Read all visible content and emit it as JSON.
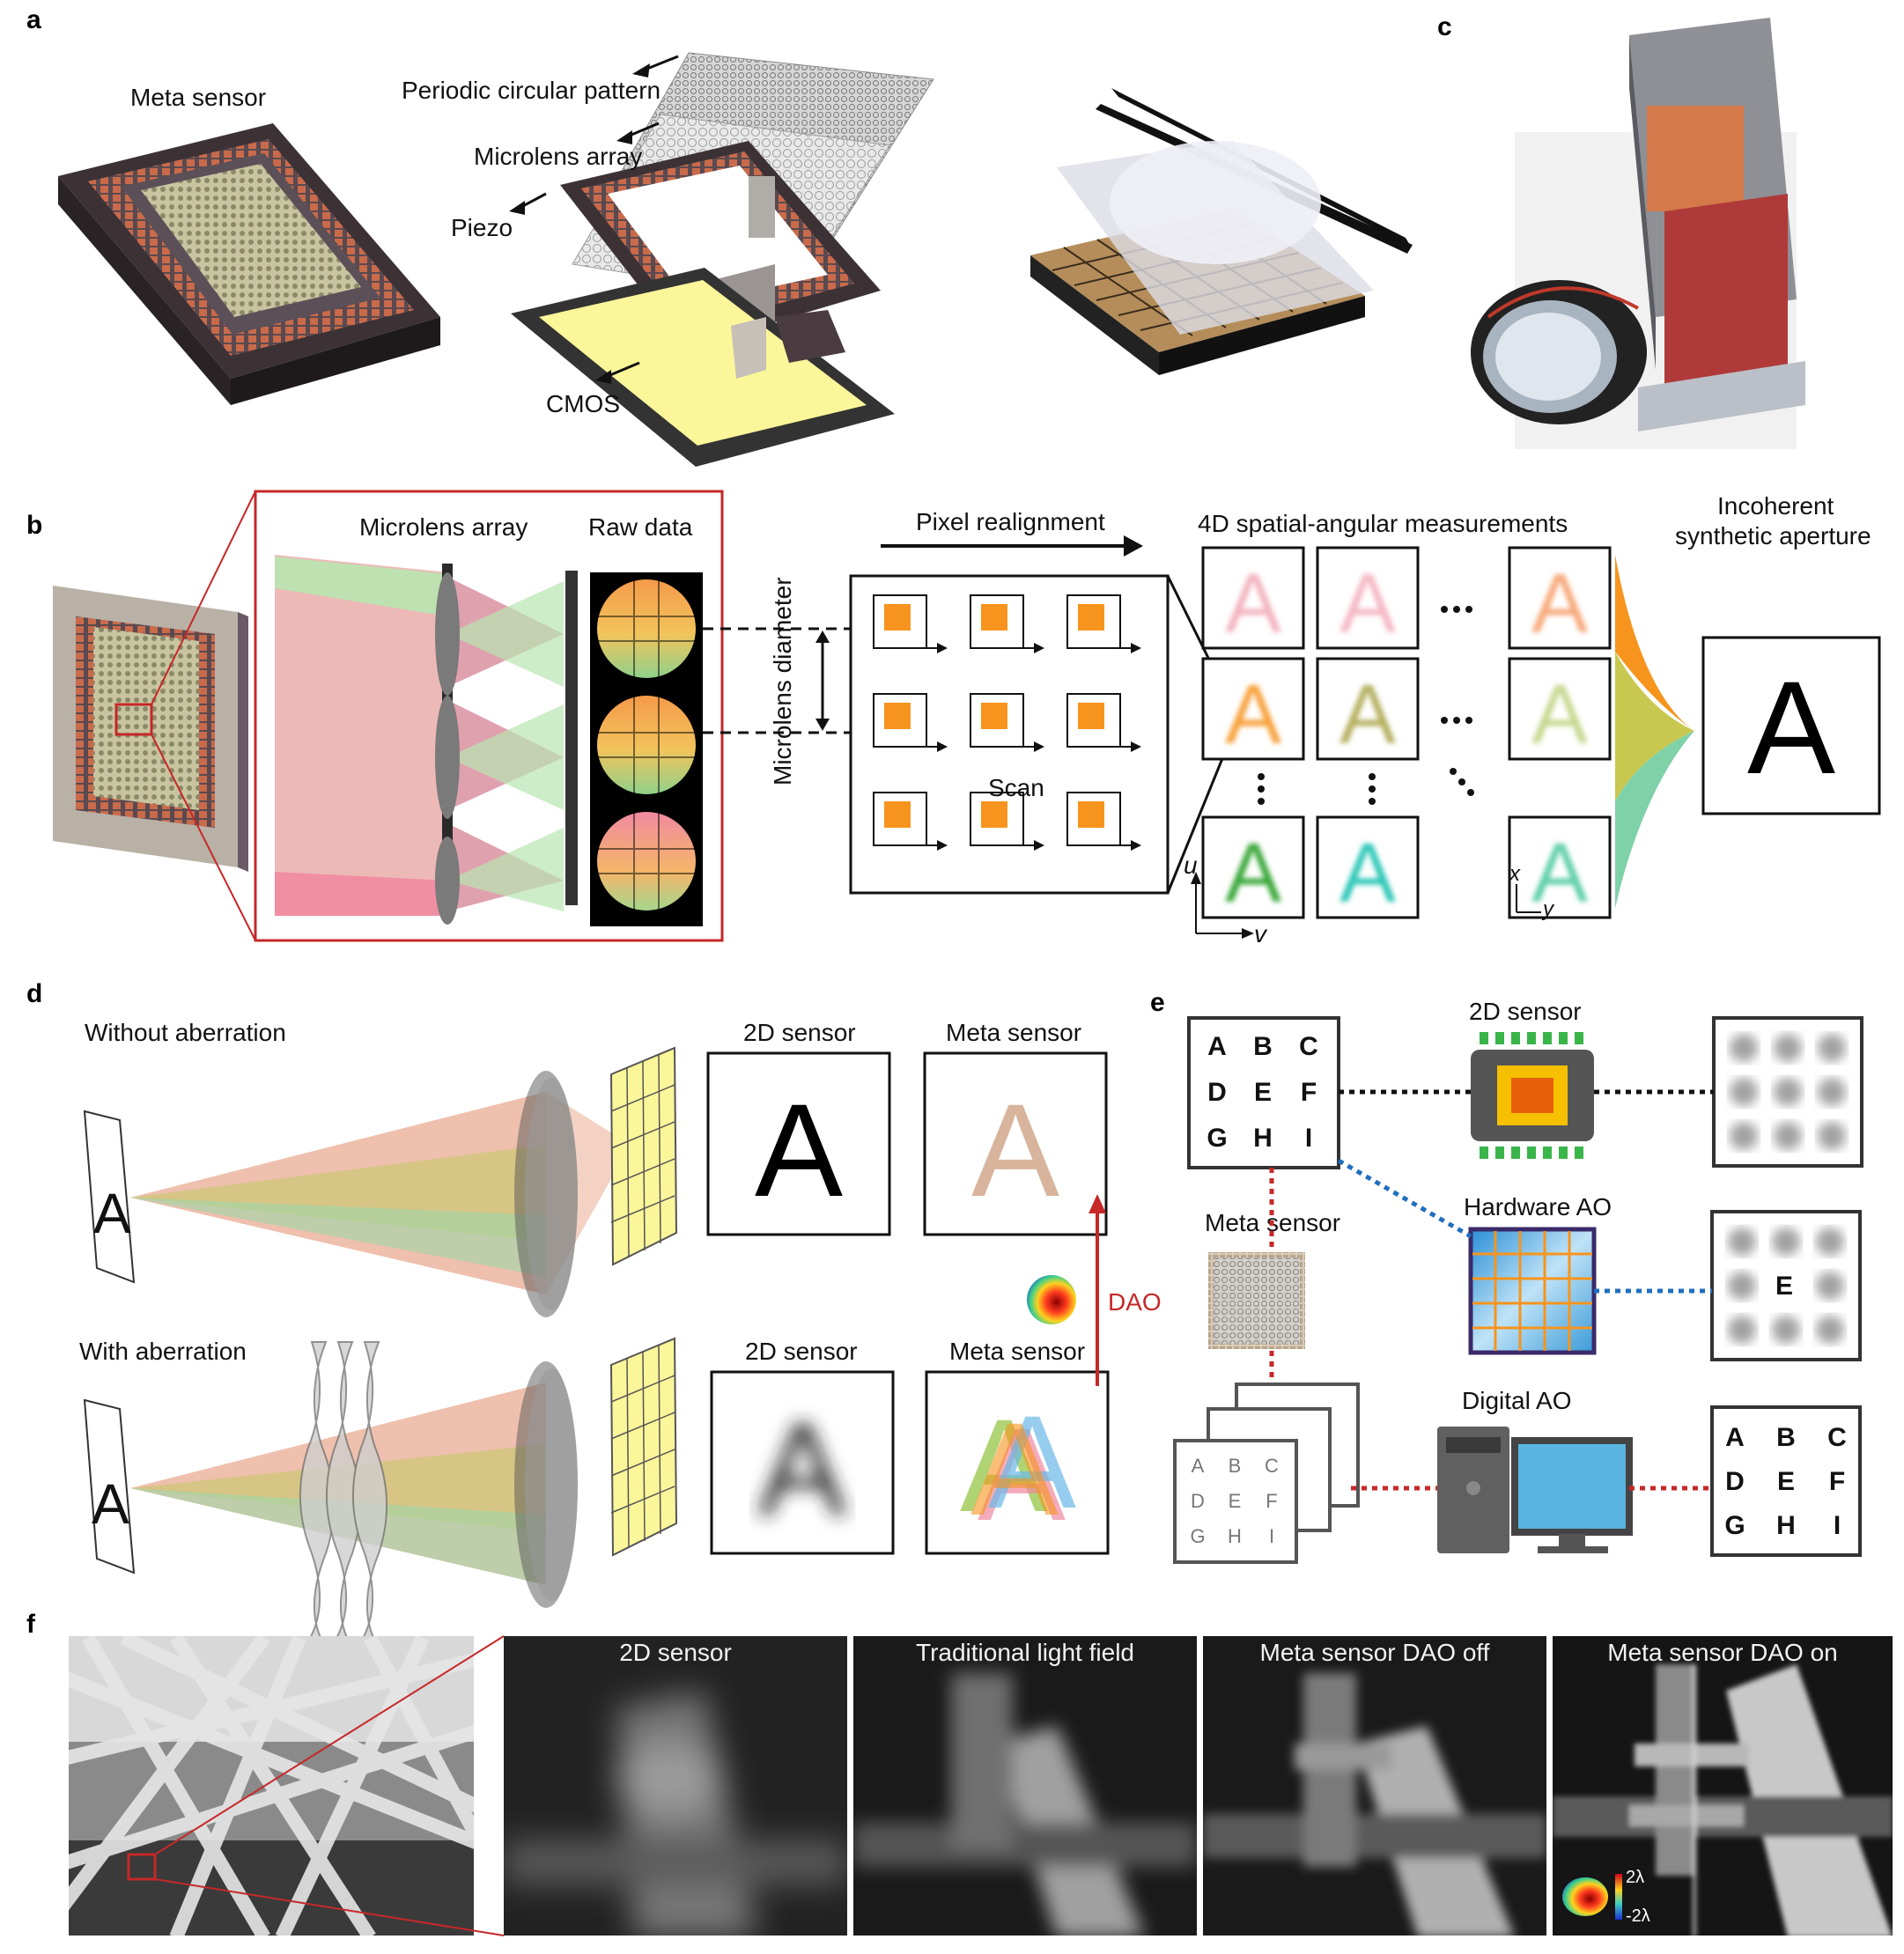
{
  "colors": {
    "accent_red": "#c62828",
    "pcb_orange": "#f7941d",
    "blue_dotted": "#1f6fbf",
    "cmos_yellow": "#fbf69a"
  },
  "panels": {
    "a": {
      "letter": "a",
      "meta_sensor": "Meta sensor",
      "periodic": "Periodic circular pattern",
      "microlens": "Microlens array",
      "piezo": "Piezo",
      "cmos": "CMOS"
    },
    "b": {
      "letter": "b",
      "microlens": "Microlens array",
      "raw_data": "Raw data",
      "microlens_diameter": "Microlens diameter",
      "pixel_realignment": "Pixel realignment",
      "scan": "Scan",
      "measurements": "4D spatial-angular measurements",
      "incoherent_1": "Incoherent",
      "incoherent_2": "synthetic aperture",
      "sample_letter": "A",
      "axis_u": "u",
      "axis_v": "v",
      "axis_x": "x",
      "axis_y": "y",
      "result_letter": "A"
    },
    "c": {
      "letter": "c"
    },
    "d": {
      "letter": "d",
      "without": "Without aberration",
      "with": "With aberration",
      "sensor_2d_top": "2D sensor",
      "meta_top": "Meta sensor",
      "sensor_2d_bottom": "2D sensor",
      "meta_bottom": "Meta sensor",
      "dao": "DAO",
      "target_letter": "A"
    },
    "e": {
      "letter": "e",
      "grid_letters": [
        "A",
        "B",
        "C",
        "D",
        "E",
        "F",
        "G",
        "H",
        "I"
      ],
      "sensor_2d": "2D sensor",
      "meta_sensor": "Meta sensor",
      "hardware_ao": "Hardware AO",
      "digital_ao": "Digital AO",
      "hw_letter_e": "E"
    },
    "f": {
      "letter": "f",
      "titles": [
        "2D sensor",
        "Traditional light field",
        "Meta sensor DAO off",
        "Meta sensor DAO on"
      ],
      "scale_top": "2λ",
      "scale_bottom": "-2λ"
    }
  }
}
